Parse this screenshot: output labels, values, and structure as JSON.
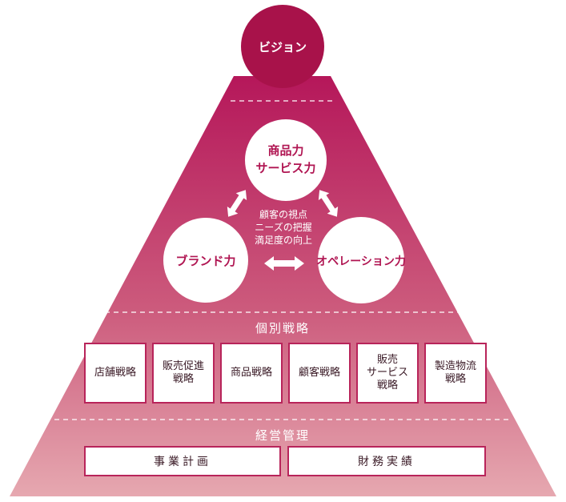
{
  "vision": "ビジョン",
  "circles": {
    "top": {
      "line1": "商品力",
      "line2": "サービス力"
    },
    "left": "ブランド力",
    "right": "オペレーション力"
  },
  "center_text": [
    "顧客の視点",
    "ニーズの把握",
    "満足度の向上"
  ],
  "individual_strategy": {
    "title": "個別戦略",
    "items": [
      "店舗戦略",
      "販売促進\n戦略",
      "商品戦略",
      "顧客戦略",
      "販売\nサービス\n戦略",
      "製造物流\n戦略"
    ]
  },
  "management": {
    "title": "経営管理",
    "items": [
      "事業計画",
      "財務実績"
    ]
  },
  "colors": {
    "vision_circle": "#a8124a",
    "pyramid_top": "#b5175a",
    "pyramid_bottom": "#e3a3ad",
    "accent_text": "#b01552",
    "box_border": "#b8245a"
  }
}
